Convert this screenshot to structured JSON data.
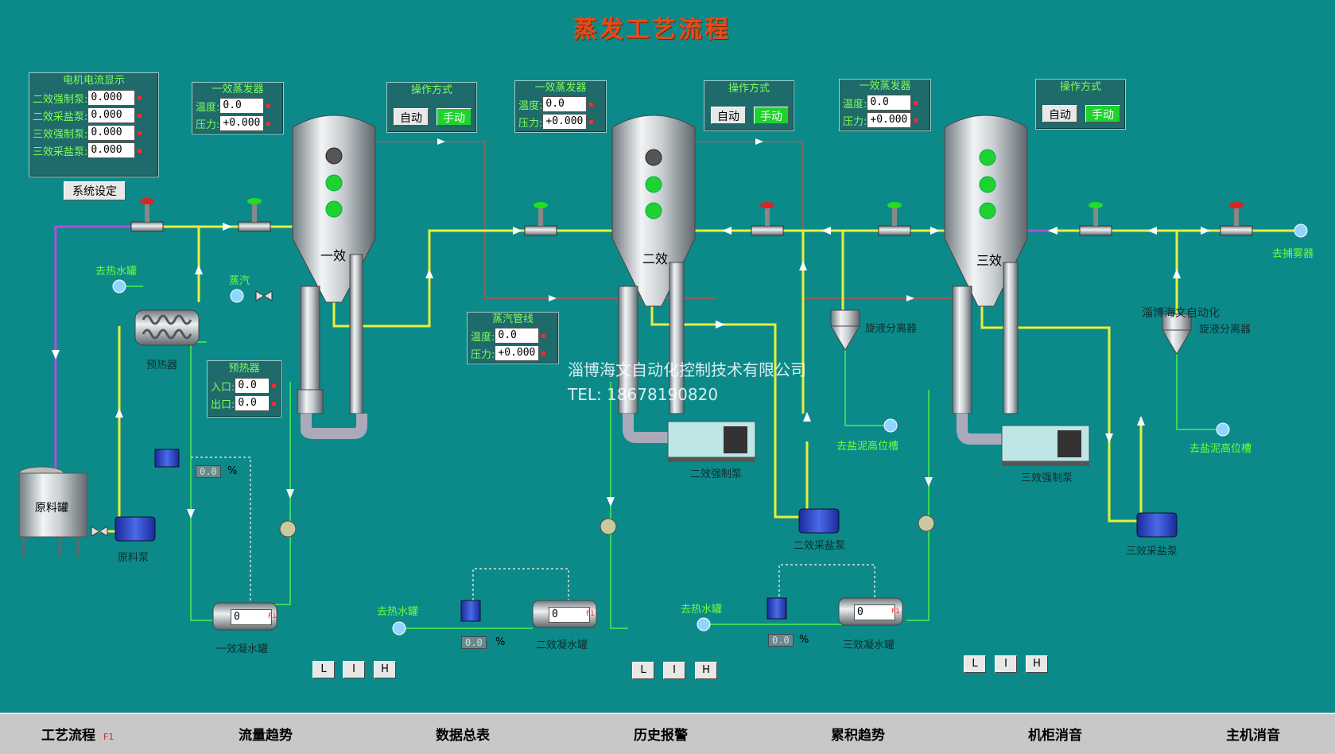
{
  "header": {
    "title": "蒸发工艺流程"
  },
  "motor_panel": {
    "title": "电机电流显示",
    "rows": [
      {
        "label": "二效强制泵:",
        "value": "0.000"
      },
      {
        "label": "二效采盐泵:",
        "value": "0.000"
      },
      {
        "label": "三效强制泵:",
        "value": "0.000"
      },
      {
        "label": "三效采盐泵:",
        "value": "0.000"
      }
    ],
    "system_button": "系统设定"
  },
  "evaporators": [
    {
      "panel_title": "一效蒸发器",
      "temp_label": "温度:",
      "temp": "0.0",
      "press_label": "压力:",
      "press": "+0.000",
      "mode_title": "操作方式",
      "auto": "自动",
      "manual": "手动",
      "vessel_label": "一效"
    },
    {
      "panel_title": "一效蒸发器",
      "temp_label": "温度:",
      "temp": "0.0",
      "press_label": "压力:",
      "press": "+0.000",
      "mode_title": "操作方式",
      "auto": "自动",
      "manual": "手动",
      "vessel_label": "二效"
    },
    {
      "panel_title": "一效蒸发器",
      "temp_label": "温度:",
      "temp": "0.0",
      "press_label": "压力:",
      "press": "+0.000",
      "mode_title": "操作方式",
      "auto": "自动",
      "manual": "手动",
      "vessel_label": "三效"
    }
  ],
  "preheater_panel": {
    "title": "预热器",
    "in_label": "入口:",
    "in": "0.0",
    "out_label": "出口:",
    "out": "0.0"
  },
  "steam_panel": {
    "title": "蒸汽管线",
    "temp_label": "温度:",
    "temp": "0.0",
    "press_label": "压力:",
    "press": "+0.000"
  },
  "labels": {
    "to_hot_tank": "去热水罐",
    "steam": "蒸汽",
    "preheater": "预热器",
    "raw_tank": "原料罐",
    "raw_pump": "原料泵",
    "cond1": "一效凝水罐",
    "cond2": "二效凝水罐",
    "cond3": "三效凝水罐",
    "pump2_forced": "二效强制泵",
    "pump3_forced": "三效强制泵",
    "pump2_salt": "二效采盐泵",
    "pump3_salt": "三效采盐泵",
    "cyclone": "旋液分离器",
    "to_mud": "去盐泥高位槽",
    "to_catcher": "去捕雾器",
    "brand": "淄博海文自动化"
  },
  "valve_pcts": [
    "0.0",
    "0.0",
    "0.0"
  ],
  "pct_sign": "%",
  "tank_vals": [
    "0",
    "0",
    "0"
  ],
  "fx": "F1",
  "lh": [
    "L",
    "I",
    "H"
  ],
  "watermark": {
    "company": "淄博海文自动化控制技术有限公司",
    "tel": "TEL:  18678190820"
  },
  "nav": [
    "工艺流程",
    "流量趋势",
    "数据总表",
    "历史报警",
    "累积趋势",
    "机柜消音",
    "主机消音"
  ],
  "colors": {
    "bg": "#0c8a8a",
    "pipe_yellow": "#e8f03a",
    "pipe_purple": "#b04ee0",
    "pipe_green": "#4df04d",
    "pipe_red": "#c0504d",
    "title": "#e84a1a"
  }
}
